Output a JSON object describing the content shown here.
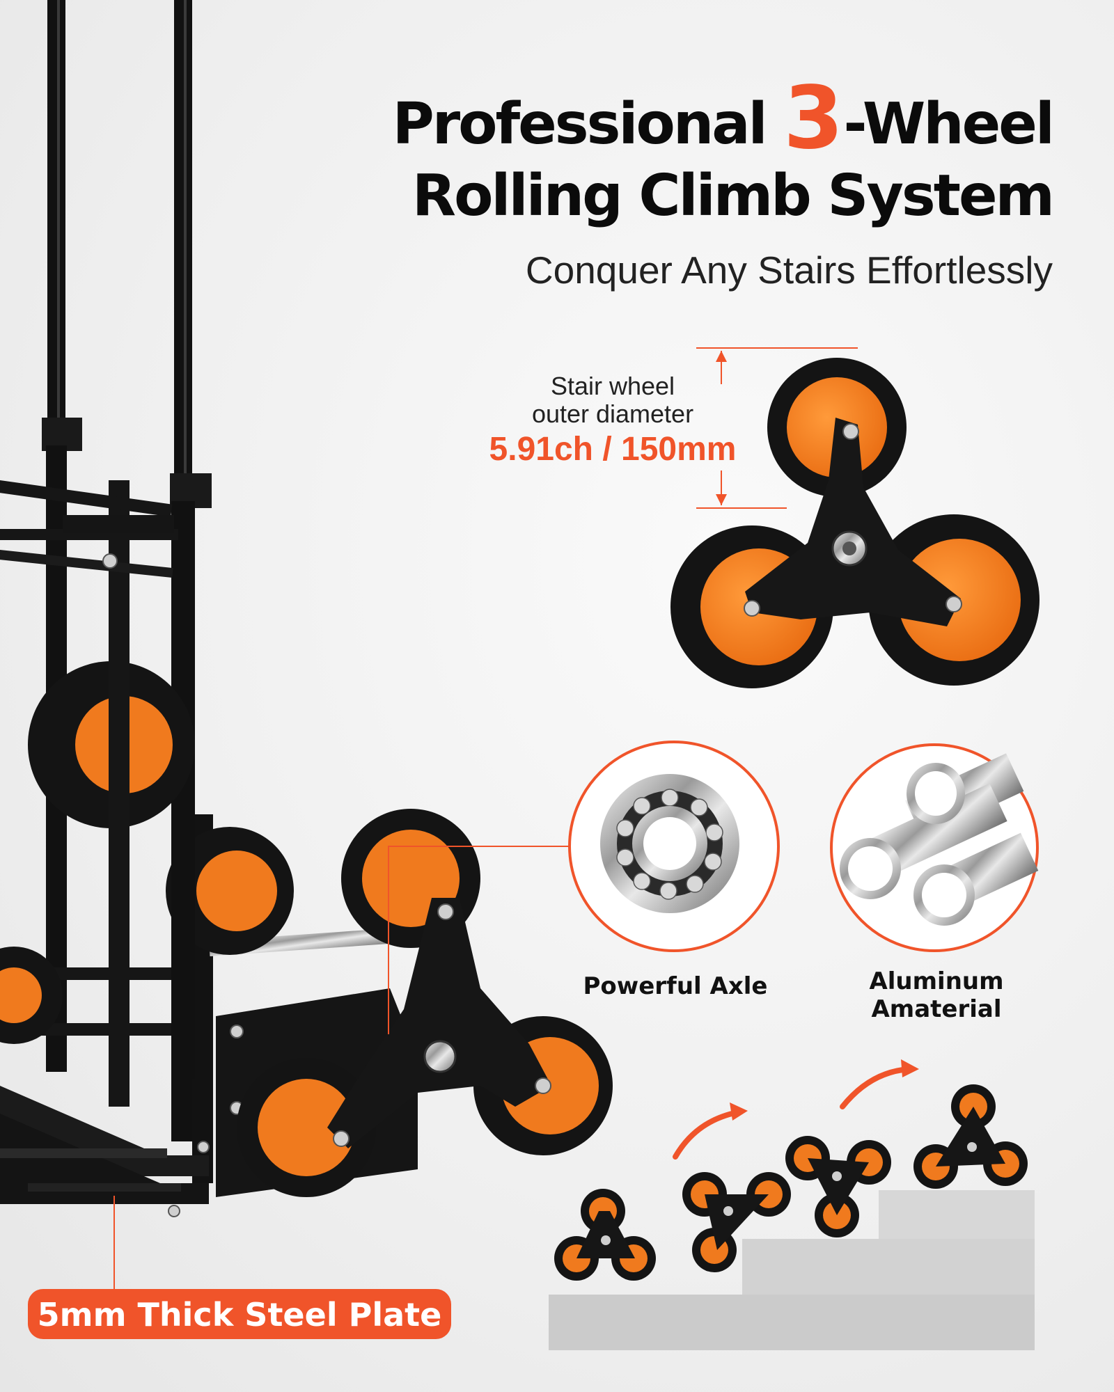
{
  "headline": {
    "line1_before": "Professional ",
    "line1_accent": "3",
    "line1_after": "-Wheel",
    "line2": "Rolling Climb System",
    "subtitle": "Conquer Any Stairs Effortlessly"
  },
  "dimension": {
    "label_line1": "Stair wheel",
    "label_line2": "outer diameter",
    "value": "5.91ch / 150mm"
  },
  "features": {
    "axle": "Powerful Axle",
    "material_line1": "Aluminum",
    "material_line2": "Amaterial"
  },
  "badge": {
    "plate": "5mm Thick Steel Plate"
  },
  "colors": {
    "accent": "#f0542a",
    "wheel_hub": "#f07a1e",
    "frame": "#111111",
    "tire": "#141414"
  }
}
